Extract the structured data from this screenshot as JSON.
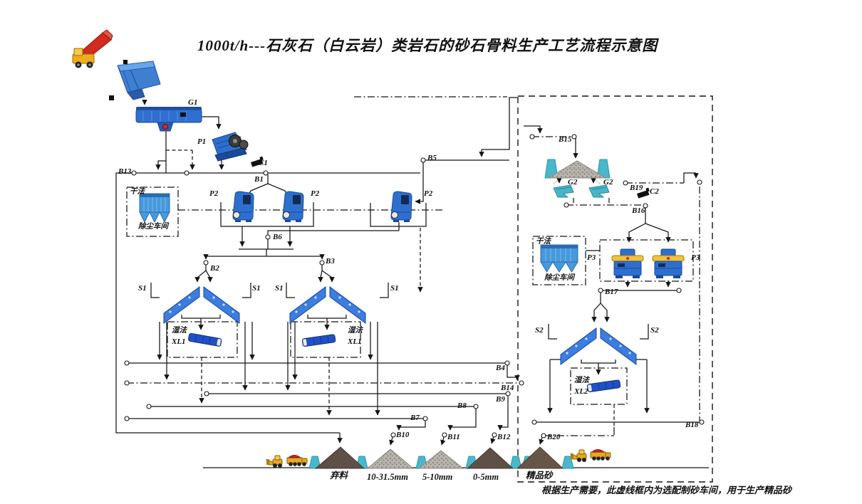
{
  "title": "1000t/h---石灰石（白云岩）类岩石的砂石骨料生产工艺流程示意图",
  "note": "根据生产需要，此虚线框内为选配制砂车间，用于生产精品砂",
  "labels": {
    "b13": "B13",
    "g1": "G1",
    "p1": "P1",
    "c1": "C1",
    "b1": "B1",
    "b5": "B5",
    "p2a": "P2",
    "p2b": "P2",
    "p2c": "P2",
    "b6": "B6",
    "b2": "B2",
    "b3": "B3",
    "s1a_left": "S1",
    "s1a_right": "S1",
    "s1b_left": "S1",
    "s1b_right": "S1",
    "wet_a": "湿法",
    "xl1_a": "XL1",
    "wet_b": "湿法",
    "xl1_b": "XL1",
    "b4": "B4",
    "b14": "B14",
    "b9": "B9",
    "b8": "B8",
    "b7": "B7",
    "b10": "B10",
    "b11": "B11",
    "b12": "B12",
    "b20": "B20",
    "b15": "B15",
    "g2a": "G2",
    "g2b": "G2",
    "b19": "B19",
    "c2": "C2",
    "b16": "B16",
    "dry_left": "干法",
    "dust_left": "除尘车间",
    "dry_right": "干法",
    "dust_right": "除尘车间",
    "p3_left": "P3",
    "p3_right": "P3",
    "b17": "B17",
    "s2_left": "S2",
    "s2_right": "S2",
    "wet_c": "湿法",
    "xl2": "XL2",
    "b18": "B18"
  },
  "stockpiles": {
    "reject": "弃料",
    "size_10_31_5": "10-31.5mm",
    "size_5_10": "5-10mm",
    "size_0_5": "0-5mm",
    "premium_sand": "精品砂"
  },
  "colors": {
    "line": "#141414",
    "machine_blue": "#2e6fce",
    "machine_blue_dark": "#1b4a9a",
    "collector_blue": "#4699dd",
    "teal": "#49b6c8",
    "gravel_gray": "#b3b0ab",
    "sand_brown": "#5e5047",
    "truck_yellow": "#e8a820",
    "truck_red": "#cc2020"
  }
}
